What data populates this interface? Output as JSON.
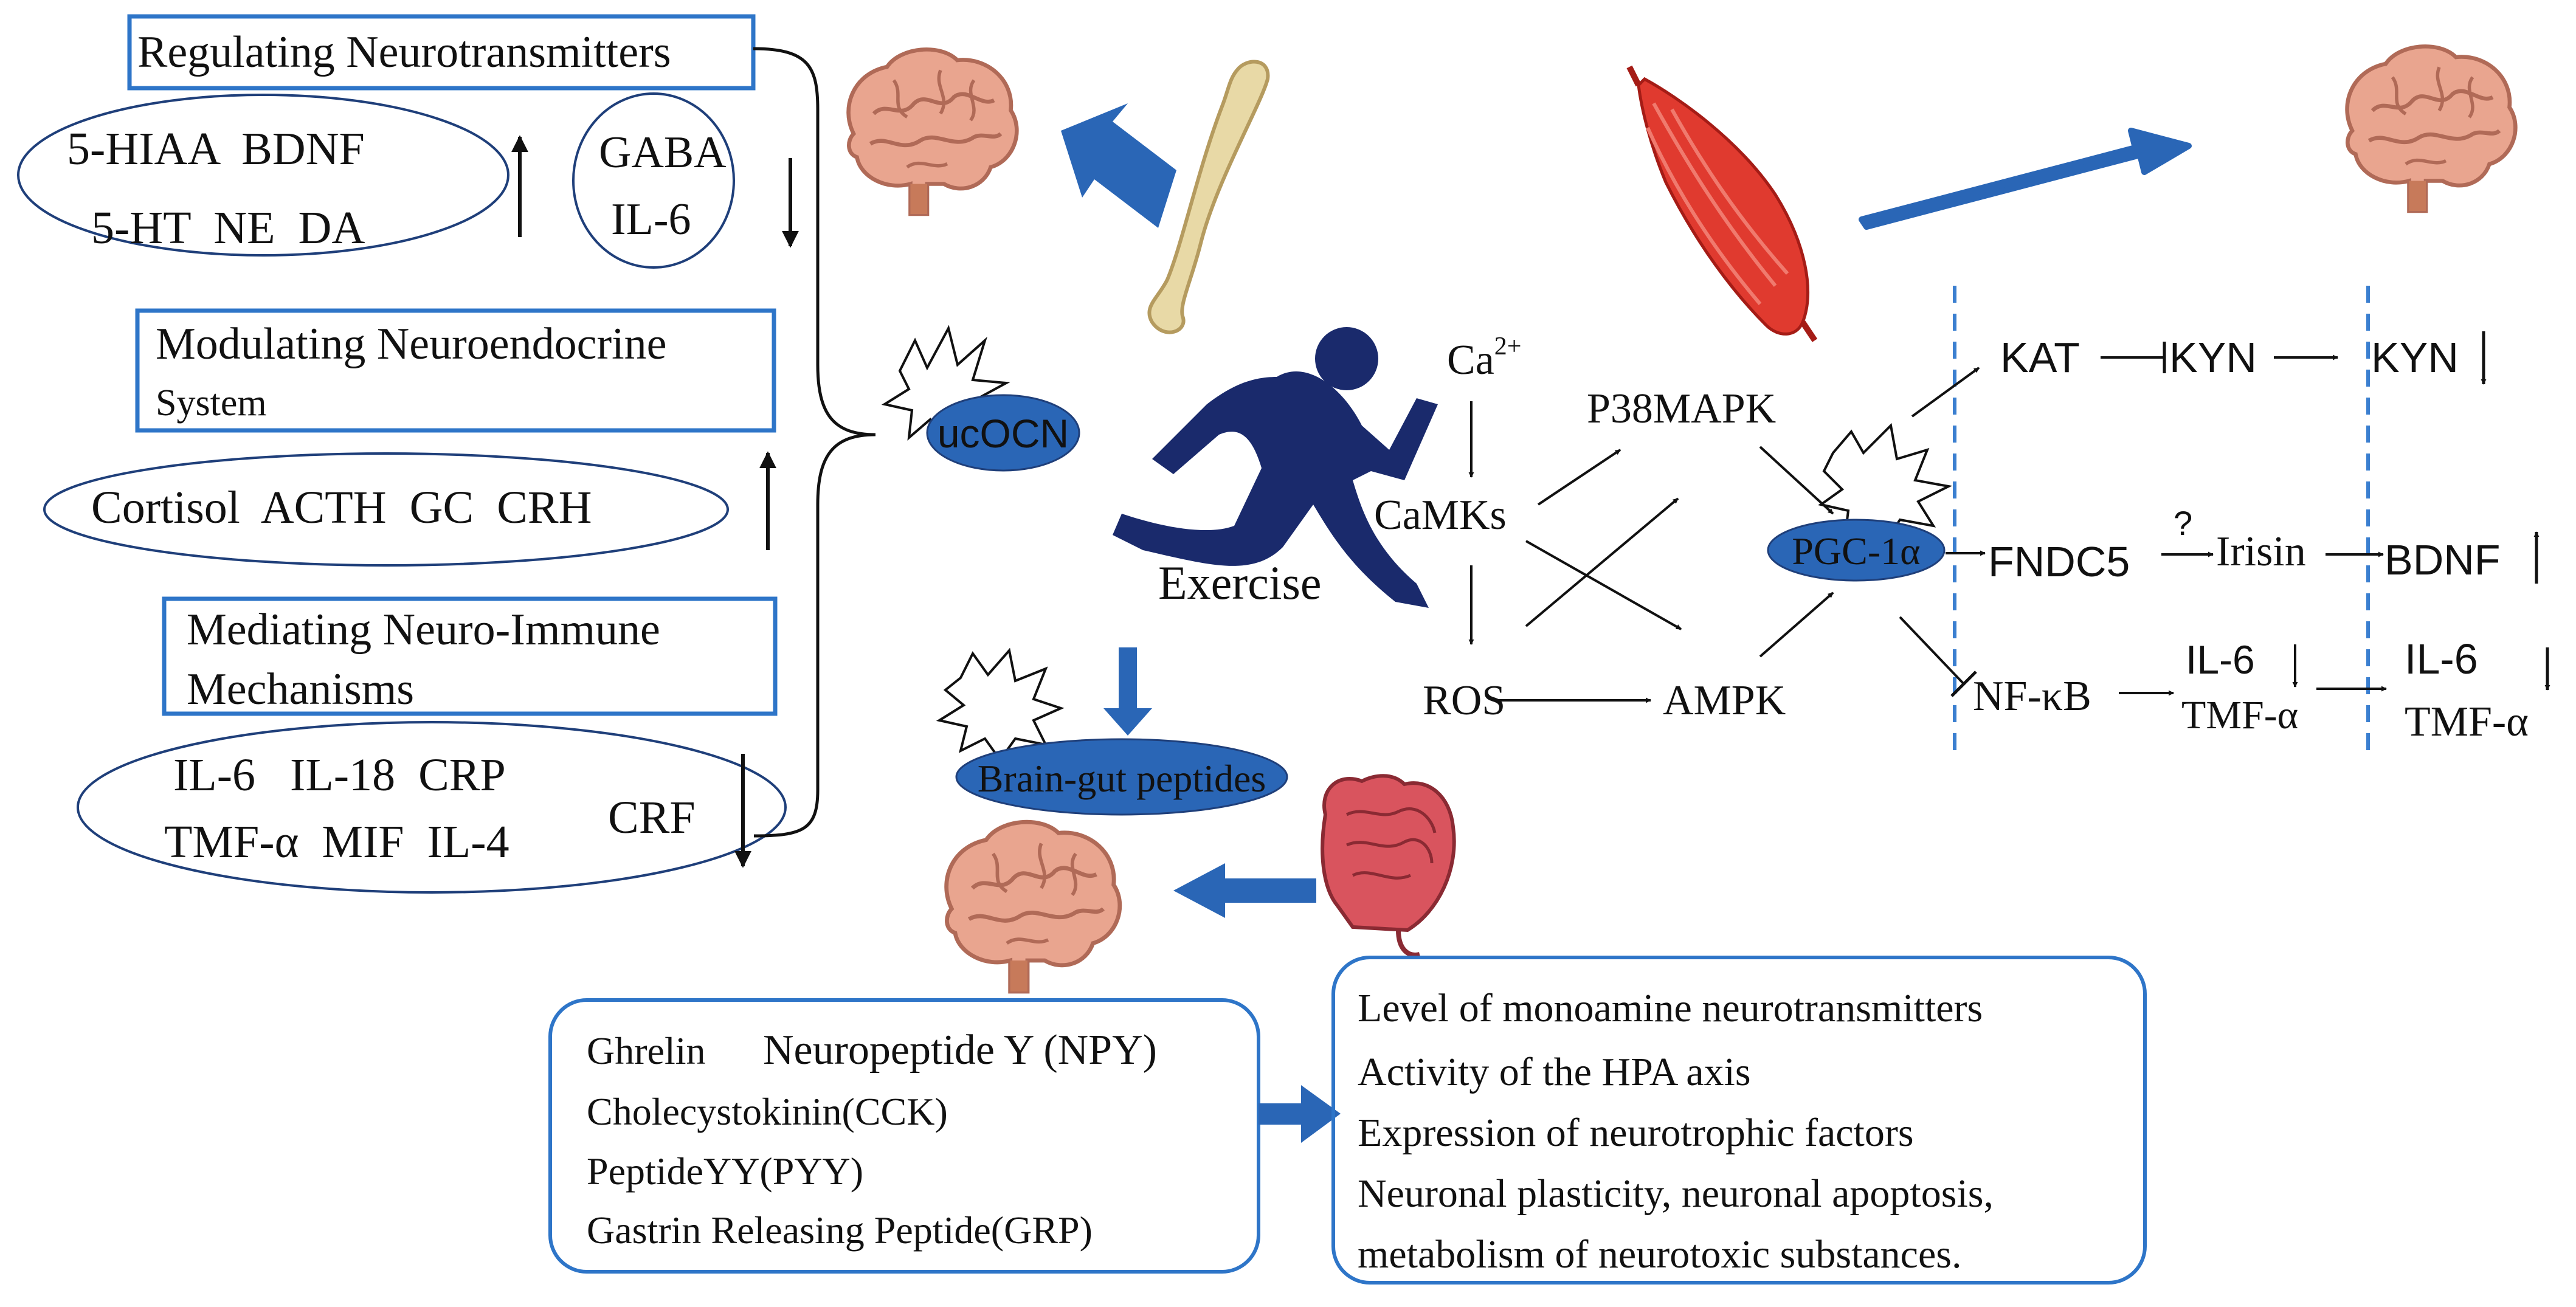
{
  "colors": {
    "accent_blue": "#2a66b6",
    "box_border": "#2e75c8",
    "ellipse_border": "#1f3f7a",
    "dashed_line": "#3b7fd0",
    "runner": "#1a2a6c",
    "muscle": "#e03a2f",
    "brain": "#e9a58f",
    "bone": "#e8d9a6",
    "gut": "#d9545e"
  },
  "left": {
    "neurotransmitters_title": "Regulating Neurotransmitters",
    "nt_up_row1": "5-HIAA  BDNF",
    "nt_up_row2": "5-HT  NE  DA",
    "nt_down_row1": "GABA",
    "nt_down_row2": "IL-6",
    "neuroendocrine_title_line1": "Modulating Neuroendocrine",
    "neuroendocrine_title_line2": "System",
    "neuroendocrine_items": "Cortisol  ACTH  GC  CRH",
    "immune_title_line1": "Mediating Neuro-Immune",
    "immune_title_line2": "Mechanisms",
    "immune_row1": "IL-6   IL-18  CRP",
    "immune_row2": "TMF-α  MIF  IL-4",
    "immune_crf": "CRF"
  },
  "center": {
    "ucocn": "ucOCN",
    "exercise": "Exercise",
    "brain_gut": "Brain-gut peptides"
  },
  "pathway": {
    "ca": "Ca",
    "ca_sup": "2+",
    "camks": "CaMKs",
    "p38": "P38MAPK",
    "ros": "ROS",
    "ampk": "AMPK",
    "pgc": "PGC-1α",
    "kat": "KAT",
    "kyn": "KYN",
    "kyn2": "KYN",
    "fndc5": "FNDC5",
    "question": "?",
    "irisin": "Irisin",
    "bdnf": "BDNF",
    "nfkb": "NF-κB",
    "il6_a": "IL-6",
    "tmf_a": "TMF-α",
    "il6_b": "IL-6",
    "tmf_b": "TMF-α"
  },
  "bottom_left_box": {
    "line1a": "Ghrelin",
    "line1b": "Neuropeptide Y (NPY)",
    "line2": "Cholecystokinin(CCK)",
    "line3": "PeptideYY(PYY)",
    "line4": "Gastrin Releasing Peptide(GRP)"
  },
  "bottom_right_box": {
    "line1": "Level of monoamine neurotransmitters",
    "line2": "Activity of the HPA axis",
    "line3": "Expression of neurotrophic factors",
    "line4": "Neuronal plasticity, neuronal apoptosis,",
    "line5": "metabolism of neurotoxic substances."
  }
}
